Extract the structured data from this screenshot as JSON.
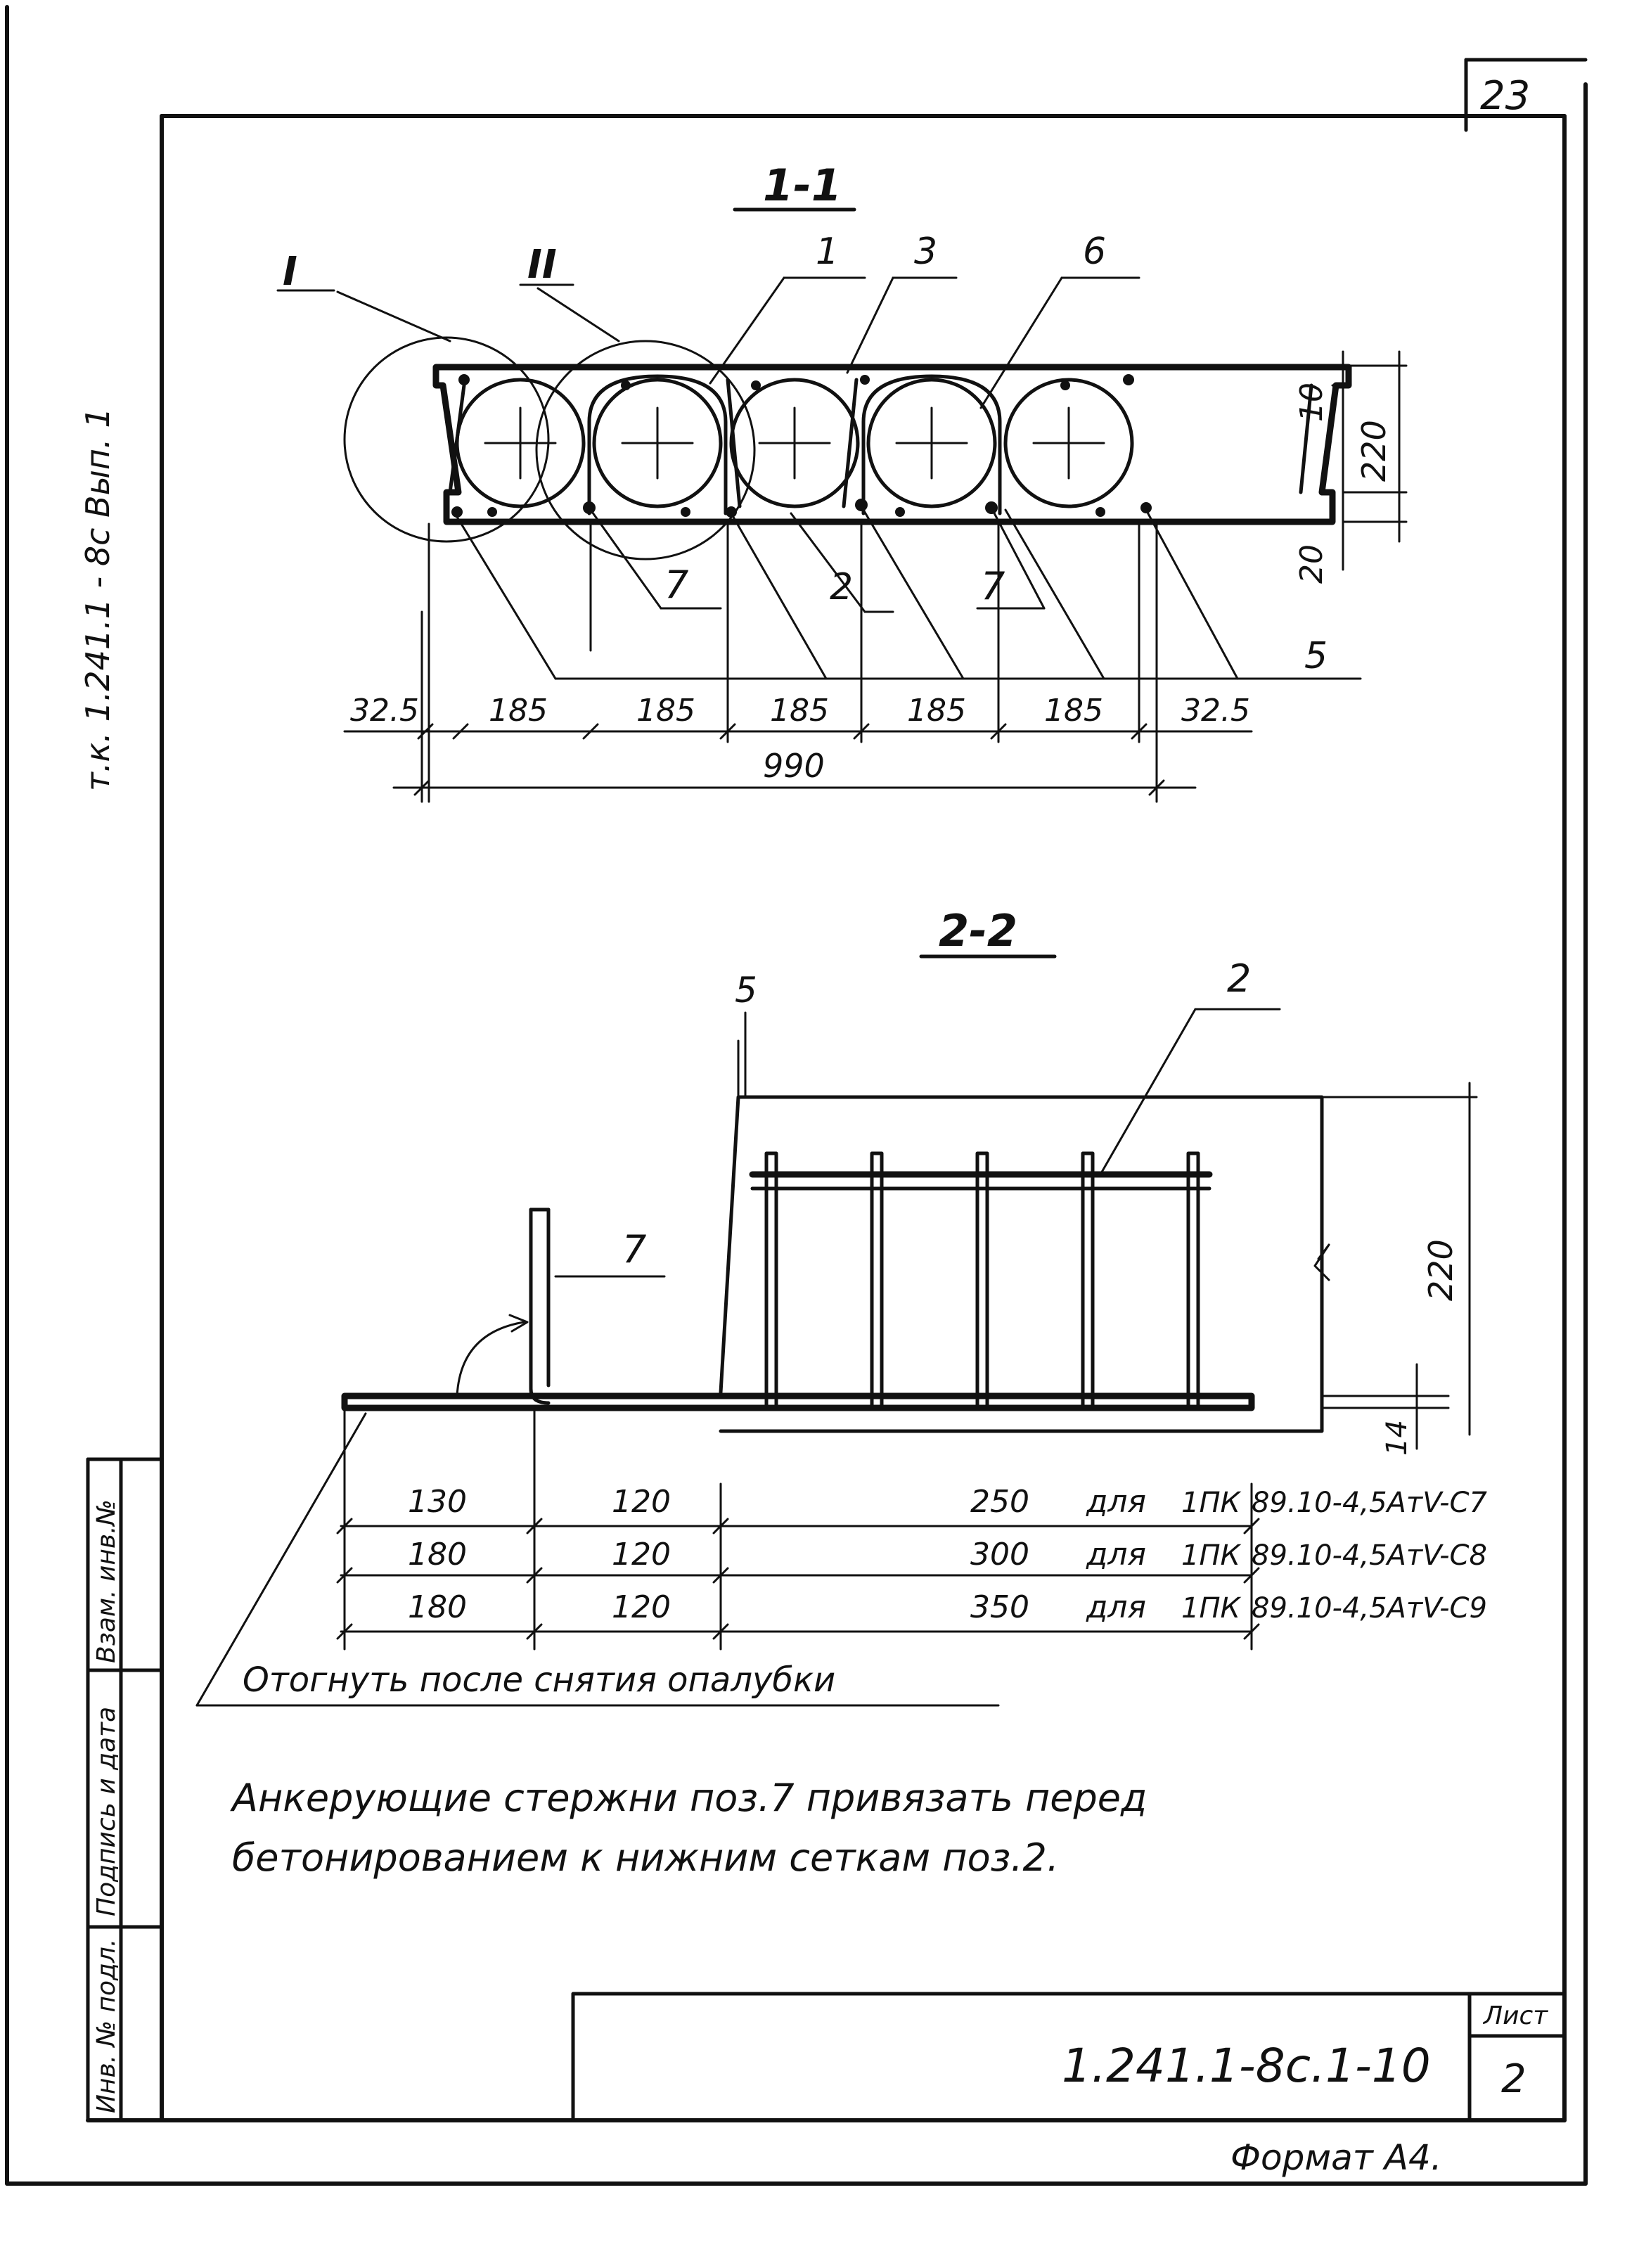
{
  "sheet": {
    "corner_number": "23",
    "side_note": "т.к. 1.241.1 - 8с  Вып. 1",
    "format": "Формат А4."
  },
  "section_1_1": {
    "title": "1-1",
    "callouts_top": [
      "I",
      "II",
      "1",
      "3",
      "6"
    ],
    "callouts_bottom": [
      "7",
      "2",
      "7",
      "5"
    ],
    "right_dims": [
      "10",
      "220",
      "20"
    ],
    "bottom_dims": [
      "32.5",
      "185",
      "185",
      "185",
      "185",
      "185",
      "32.5"
    ],
    "total_dim": "990"
  },
  "section_2_2": {
    "title": "2-2",
    "callouts": [
      "5",
      "2",
      "7"
    ],
    "right_dims": [
      "220",
      "14"
    ]
  },
  "dimension_table": {
    "rows": [
      {
        "a": "130",
        "b": "120",
        "c": "250",
        "for": "для",
        "mark": "1ПК",
        "code": "89.10-4,5АтV-С7"
      },
      {
        "a": "180",
        "b": "120",
        "c": "300",
        "for": "для",
        "mark": "1ПК",
        "code": "89.10-4,5АтV-С8"
      },
      {
        "a": "180",
        "b": "120",
        "c": "350",
        "for": "для",
        "mark": "1ПК",
        "code": "89.10-4,5АтV-С9"
      }
    ],
    "bend_note": "Отогнуть после снятия опалубки"
  },
  "notes": {
    "line1": "Анкерующие стержни поз.7 привязать перед",
    "line2": "бетонированием   к нижним сеткам поз.2."
  },
  "left_stamp": {
    "cells": [
      "Взам. инв.№",
      "Подпись и дата",
      "Инв. № подл."
    ]
  },
  "title_block": {
    "doc_code": "1.241.1-8с.1-10",
    "sheet_label": "Лист",
    "sheet_number": "2"
  }
}
